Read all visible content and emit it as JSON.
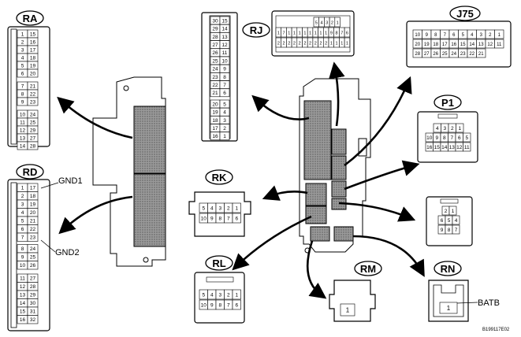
{
  "connectors": {
    "RA": {
      "label": "RA",
      "rows": [
        [
          "1",
          "15"
        ],
        [
          "2",
          "16"
        ],
        [
          "3",
          "17"
        ],
        [
          "4",
          "18"
        ],
        [
          "5",
          "19"
        ],
        [
          "6",
          "20"
        ],
        [
          "7",
          "21"
        ],
        [
          "8",
          "22"
        ],
        [
          "9",
          "23"
        ],
        [
          "10",
          "24"
        ],
        [
          "11",
          "25"
        ],
        [
          "12",
          "29"
        ],
        [
          "13",
          "27"
        ],
        [
          "14",
          "28"
        ]
      ]
    },
    "RD": {
      "label": "RD",
      "rows": [
        [
          "1",
          "17"
        ],
        [
          "2",
          "18"
        ],
        [
          "3",
          "19"
        ],
        [
          "4",
          "20"
        ],
        [
          "5",
          "21"
        ],
        [
          "6",
          "22"
        ],
        [
          "7",
          "23"
        ],
        [
          "8",
          "24"
        ],
        [
          "9",
          "25"
        ],
        [
          "10",
          "26"
        ],
        [
          "11",
          "27"
        ],
        [
          "12",
          "28"
        ],
        [
          "13",
          "29"
        ],
        [
          "14",
          "30"
        ],
        [
          "15",
          "31"
        ],
        [
          "16",
          "32"
        ]
      ]
    },
    "RJ": {
      "label": "RJ",
      "rows": [
        [
          "30",
          "15"
        ],
        [
          "29",
          "14"
        ],
        [
          "28",
          "13"
        ],
        [
          "27",
          "12"
        ],
        [
          "26",
          "11"
        ],
        [
          "25",
          "10"
        ],
        [
          "24",
          "9"
        ],
        [
          "23",
          "8"
        ],
        [
          "22",
          "7"
        ],
        [
          "21",
          "6"
        ],
        [
          "20",
          "5"
        ],
        [
          "19",
          "4"
        ],
        [
          "18",
          "3"
        ],
        [
          "17",
          "2"
        ],
        [
          "16",
          "1"
        ]
      ]
    },
    "J75_top": {
      "rows": [
        [
          "5",
          "4",
          "3",
          "2",
          "1"
        ],
        [
          "1",
          "7",
          "1",
          "1",
          "1",
          "1",
          "1",
          "1",
          "1",
          "1",
          "9",
          "8",
          "7",
          "6"
        ],
        [
          "2",
          "2",
          "2",
          "2",
          "2",
          "2",
          "2",
          "2",
          "2",
          "2",
          "1",
          "1",
          "1",
          "1"
        ]
      ]
    },
    "J75": {
      "label": "J75",
      "rows": [
        [
          "10",
          "9",
          "8",
          "7",
          "6",
          "5",
          "4",
          "3",
          "2",
          "1"
        ],
        [
          "20",
          "19",
          "18",
          "17",
          "16",
          "15",
          "14",
          "13",
          "12",
          "11"
        ],
        [
          "28",
          "27",
          "26",
          "25",
          "24",
          "23",
          "22",
          "21"
        ]
      ]
    },
    "P1": {
      "label": "P1",
      "rows": [
        [
          "4",
          "3",
          "2",
          "1"
        ],
        [
          "10",
          "9",
          "8",
          "7",
          "6",
          "5"
        ],
        [
          "16",
          "15",
          "14",
          "13",
          "12",
          "11"
        ]
      ]
    },
    "RK": {
      "label": "RK",
      "rows": [
        [
          "5",
          "4",
          "3",
          "2",
          "1"
        ],
        [
          "10",
          "9",
          "8",
          "7",
          "6"
        ]
      ]
    },
    "RL": {
      "label": "RL",
      "rows": [
        [
          "5",
          "4",
          "3",
          "2",
          "1"
        ],
        [
          "10",
          "9",
          "8",
          "7",
          "6"
        ]
      ]
    },
    "RM": {
      "label": "RM",
      "pin": "1"
    },
    "RN": {
      "label": "RN",
      "pin": "1"
    },
    "unlabeled": {
      "rows": [
        [
          "2",
          "1"
        ],
        [
          "6",
          "5",
          "4"
        ],
        [
          "9",
          "8",
          "7"
        ]
      ]
    }
  },
  "callouts": {
    "gnd1": "GND1",
    "gnd2": "GND2",
    "batb": "BATB"
  },
  "figure_code": "B199117E02"
}
